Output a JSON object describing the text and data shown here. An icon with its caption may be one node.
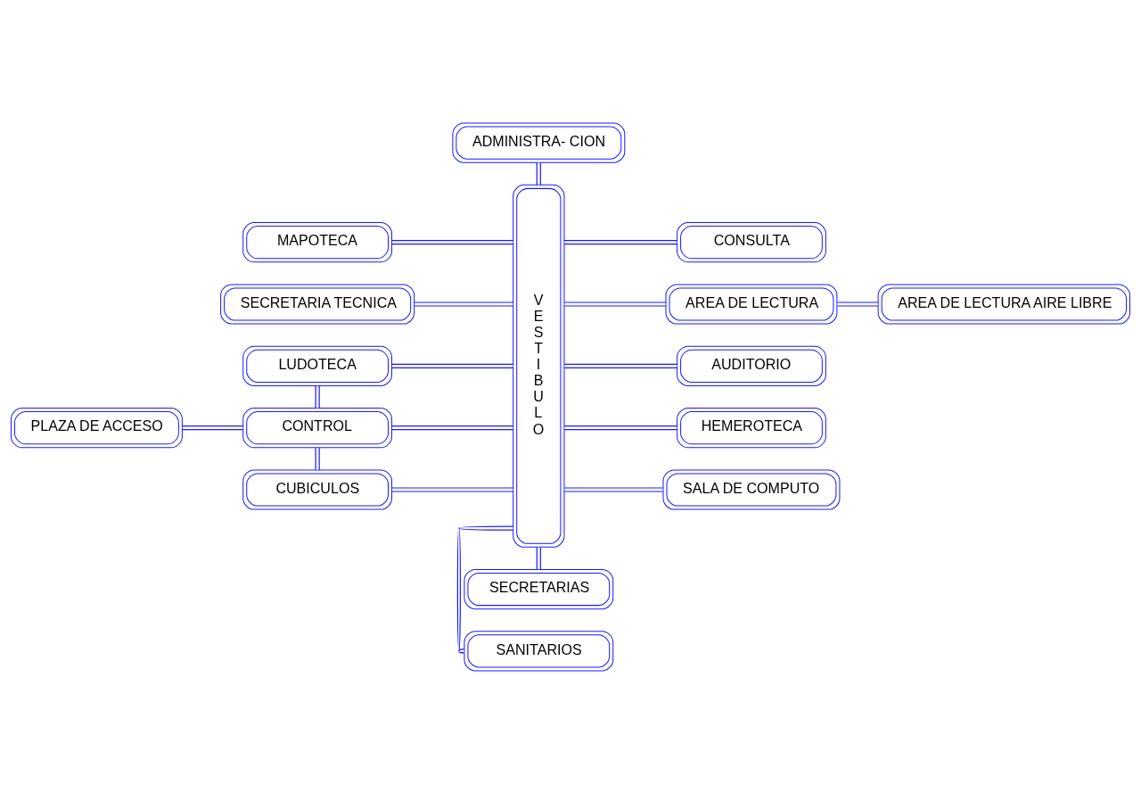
{
  "diagram": {
    "nodes": [
      {
        "text": [
          "MAPOTECA"
        ]
      },
      {
        "text": [
          "ADMINISTRA- CION"
        ]
      },
      {
        "text": [
          "SECRETARIA TECNICA"
        ]
      },
      {
        "text": [
          "CONSULTA"
        ]
      },
      {
        "text": [
          "LUDOTECA"
        ]
      },
      {
        "text": [
          "VESTIBULO"
        ]
      },
      {
        "text": [
          "AREA DE LECTURA"
        ]
      },
      {
        "text": [
          "AREA DE LECTURA AIRE LIBRE"
        ]
      },
      {
        "text": [
          "PLAZA DE ACCESO"
        ]
      },
      {
        "text": [
          "CONTROL"
        ]
      },
      {
        "text": [
          "AUDITORIO"
        ]
      },
      {
        "text": [
          "CUBICULOS"
        ]
      },
      {
        "text": [
          "HEMEROTECA"
        ]
      },
      {
        "text": [
          "SALA DE COMPUTO"
        ]
      },
      {
        "text": [
          "SANITARIOS"
        ]
      },
      {
        "text": [
          "SECRETARIAS"
        ]
      }
    ],
    "edges": [
      {
        "from": 0,
        "to": 5,
        "arrow": "none"
      },
      {
        "from": 2,
        "to": 5,
        "arrow": "none"
      },
      {
        "from": 4,
        "to": 5,
        "arrow": "none"
      },
      {
        "from": 4,
        "to": 9,
        "arrow": "none"
      },
      {
        "from": 8,
        "to": 9,
        "arrow": "none"
      },
      {
        "from": 9,
        "to": 5,
        "arrow": "none"
      },
      {
        "from": 9,
        "to": 11,
        "arrow": "none"
      },
      {
        "from": 11,
        "to": 5,
        "arrow": "none"
      },
      {
        "from": 1,
        "to": 5,
        "arrow": "none"
      },
      {
        "from": 5,
        "to": 3,
        "arrow": "none"
      },
      {
        "from": 5,
        "to": 6,
        "arrow": "none"
      },
      {
        "from": 6,
        "to": 7,
        "arrow": "none"
      },
      {
        "from": 5,
        "to": 10,
        "arrow": "none"
      },
      {
        "from": 5,
        "to": 12,
        "arrow": "none"
      },
      {
        "from": 5,
        "to": 13,
        "arrow": "none"
      },
      {
        "from": 5,
        "to": 14,
        "arrow": "none"
      },
      {
        "from": 5,
        "to": 15,
        "arrow": "none"
      }
    ]
  }
}
